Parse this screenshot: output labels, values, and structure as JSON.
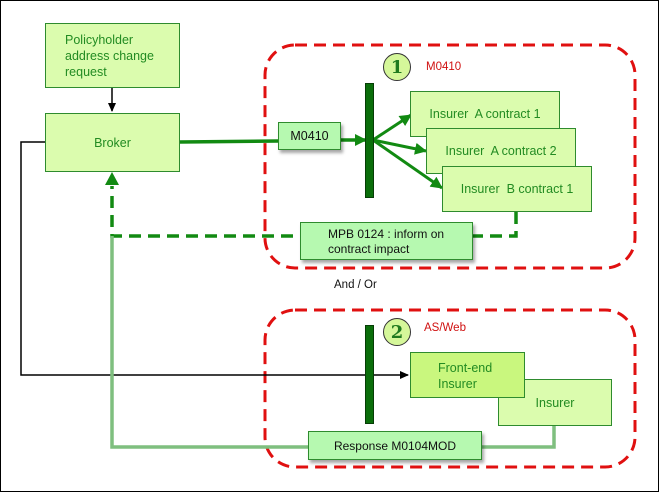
{
  "diagram": {
    "source_box": {
      "label": "Policyholder address change request"
    },
    "broker_box": {
      "label": "Broker"
    },
    "zone1": {
      "badge": "1",
      "label": "M0410",
      "message": "M0410",
      "targets": [
        {
          "label": "Insurer  A contract 1"
        },
        {
          "label": "Insurer  A contract 2"
        },
        {
          "label": "Insurer  B contract 1"
        }
      ],
      "response": "MPB 0124 : inform on contract impact"
    },
    "connector_label": "And / Or",
    "zone2": {
      "badge": "2",
      "label": "AS/Web",
      "front_end": "Front-end Insurer",
      "insurer": "Insurer",
      "response": "Response M0104MOD"
    },
    "colors": {
      "zone_border": "#e01010",
      "box_fill": "#dbfcae",
      "message_fill": "#b6f9b0",
      "flow_dark": "#128a12",
      "flow_light": "#7fbf7f",
      "text_green": "#228b22"
    }
  }
}
